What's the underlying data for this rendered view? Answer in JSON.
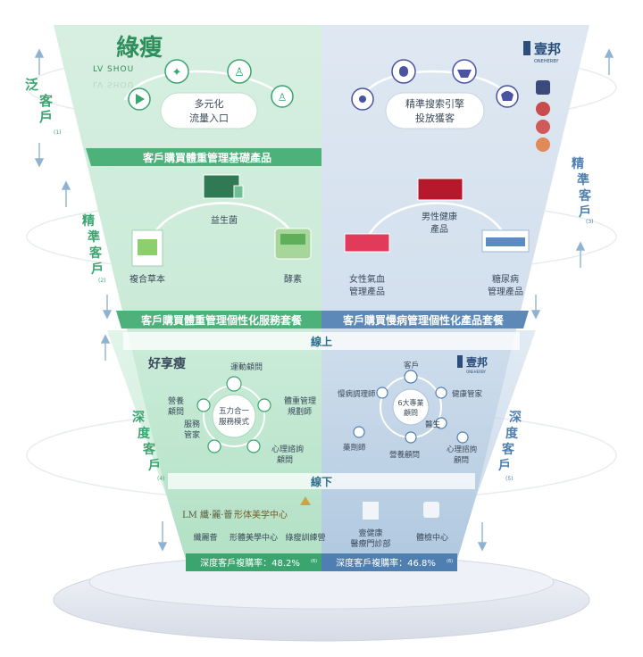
{
  "left_brand": {
    "logo_text": "綠瘦",
    "logo_sub": "LV SHOU",
    "logo_reflect": "LV SHOU"
  },
  "right_brand": {
    "logo_text": "壹邦",
    "logo_sub": "ONEHERBY"
  },
  "tier1": {
    "left_label_lines": [
      "泛",
      "客",
      "戶"
    ],
    "left_label_note": "(1)",
    "right_label_lines": [
      "精",
      "準",
      "客",
      "戶"
    ],
    "right_label_note": "(3)",
    "left_callout_lines": [
      "多元化",
      "流量入口"
    ],
    "right_callout_lines": [
      "精準搜索引擎",
      "投放獲客"
    ],
    "left_banner": "客戶購買體重管理基礎產品"
  },
  "tier2": {
    "left_label_lines": [
      "精",
      "準",
      "客",
      "戶"
    ],
    "left_label_note": "(2)",
    "left_products": [
      "益生菌",
      "複合草本",
      "酵素"
    ],
    "right_products": [
      [
        "男性健康",
        "產品"
      ],
      [
        "女性氣血",
        "管理產品"
      ],
      [
        "糖尿病",
        "管理產品"
      ]
    ],
    "left_banner": "客戶購買體重管理個性化服務套餐",
    "right_banner": "客戶購買慢病管理個性化產品套餐"
  },
  "online_label": "線上",
  "offline_label": "線下",
  "tier3": {
    "left_label_lines": [
      "深",
      "度",
      "客",
      "戶"
    ],
    "left_label_note": "(4)",
    "right_label_lines": [
      "深",
      "度",
      "客",
      "戶"
    ],
    "right_label_note": "(5)",
    "left_logo": "好享瘦",
    "right_logo": "壹邦",
    "right_logo_sub": "ONEHERBY",
    "left_center_lines": [
      "五力合一",
      "服務模式"
    ],
    "left_roles": [
      [
        "運動顧問"
      ],
      [
        "體重管理",
        "規劃師"
      ],
      [
        "心理諮詢",
        "顧問"
      ],
      [
        "服務",
        "管家"
      ],
      [
        "營養",
        "顧問"
      ]
    ],
    "right_center_lines": [
      "6大專業",
      "顧問"
    ],
    "right_roles": [
      "客戶",
      "健康管家",
      "醫生",
      "心理諮詢\n顧問",
      "營養顧問",
      "藥劑師",
      "慢病調理師"
    ]
  },
  "offline": {
    "left_items": [
      "纖麗薈",
      "形體美學中心",
      "綠瘦訓練營"
    ],
    "left_logo_texts": [
      "LM 纖·麗·薈",
      "形体美学中心"
    ],
    "right_items": [
      [
        "壹健康",
        "醫療門診部"
      ],
      [
        "體檢中心"
      ]
    ]
  },
  "bottom": {
    "left_rate_label": "深度客戶複購率：48.2%",
    "left_rate_note": "(6)",
    "right_rate_label": "深度客戶複購率：46.8%",
    "right_rate_note": "(6)"
  },
  "colors": {
    "green_dark": "#2fa66a",
    "green_mid": "#5cbf8a",
    "green_light": "#dff2e7",
    "blue_dark": "#4f7fb1",
    "blue_mid": "#7ea6cc",
    "blue_light": "#e4edf5",
    "label_green": "#3aa56f",
    "label_blue": "#4f7fb1",
    "text": "#3a4a5a"
  }
}
